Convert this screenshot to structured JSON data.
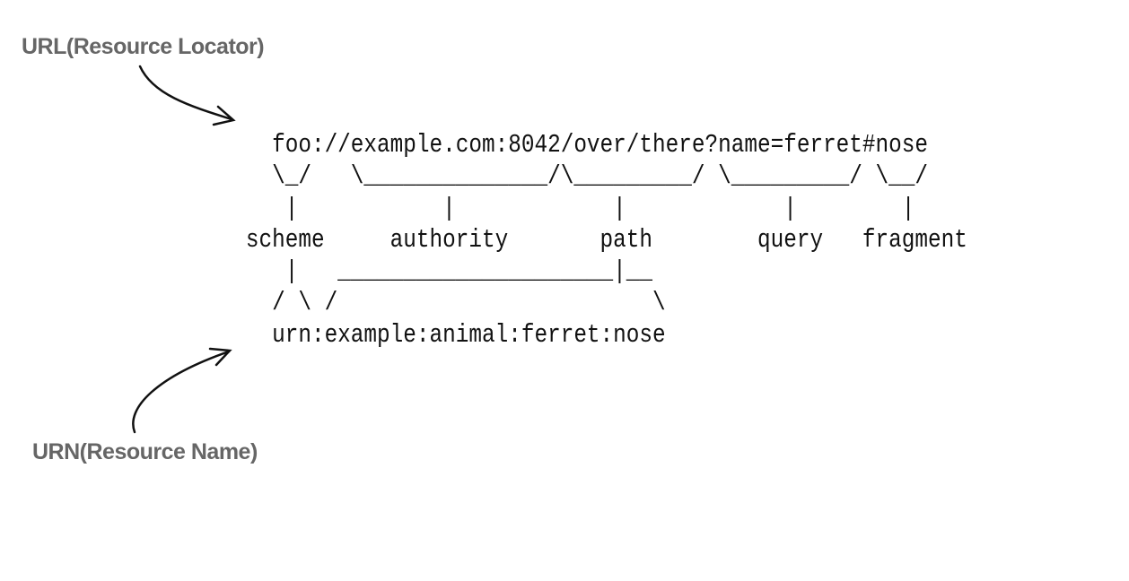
{
  "labels": {
    "url": "URL(Resource Locator)",
    "urn": "URN(Resource Name)"
  },
  "diagram": {
    "lines": [
      "     foo://example.com:8042/over/there?name=ferret#nose",
      "     \\_/   \\______________/\\_________/ \\_________/ \\__/",
      "      |           |            |            |        |",
      "   scheme     authority       path        query   fragment",
      "      |   _____________________|__",
      "     / \\ /                        \\",
      "     urn:example:animal:ferret:nose"
    ]
  }
}
